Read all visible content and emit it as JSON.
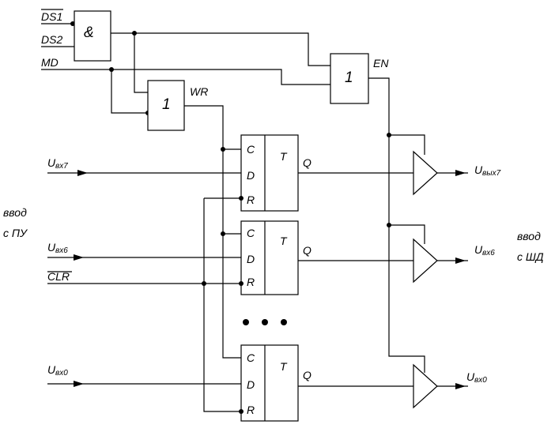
{
  "inputs": {
    "ds1": "DS1",
    "ds2": "DS2",
    "md": "MD",
    "u_prefix": "U",
    "u_in7_sub": "вх7",
    "u_in6_sub": "вх6",
    "u_in0_sub": "вх0",
    "clr": "CLR"
  },
  "gates": {
    "and_symbol": "&",
    "or_symbol": "1",
    "wr": "WR",
    "en": "EN"
  },
  "flipflop": {
    "title": "T",
    "c": "C",
    "d": "D",
    "r": "R",
    "q": "Q"
  },
  "outputs": {
    "u_out7_sub": "вых7",
    "u_out6_sub": "вх6",
    "u_out0_sub": "вх0"
  },
  "labels": {
    "left_line1": "ввод",
    "left_line2": "с ПУ",
    "right_line1": "ввод",
    "right_line2": "с ШД"
  }
}
